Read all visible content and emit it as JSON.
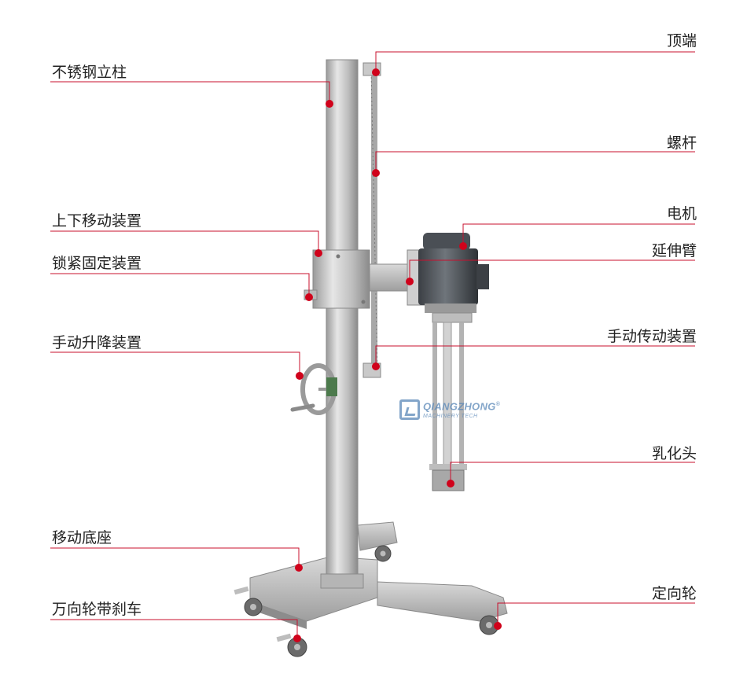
{
  "labels": {
    "left": [
      "不锈钢立柱",
      "上下移动装置",
      "锁紧固定装置",
      "手动升降装置",
      "移动底座",
      "万向轮带刹车"
    ],
    "right": [
      "顶端",
      "螺杆",
      "电机",
      "延伸臂",
      "手动传动装置",
      "乳化头",
      "定向轮"
    ]
  },
  "watermark": {
    "brand": "QIANGZHONG",
    "mark": "®",
    "sub": "MACHINERY TECH"
  },
  "colors": {
    "accent": "#d0021b",
    "line": "#c8102e"
  }
}
